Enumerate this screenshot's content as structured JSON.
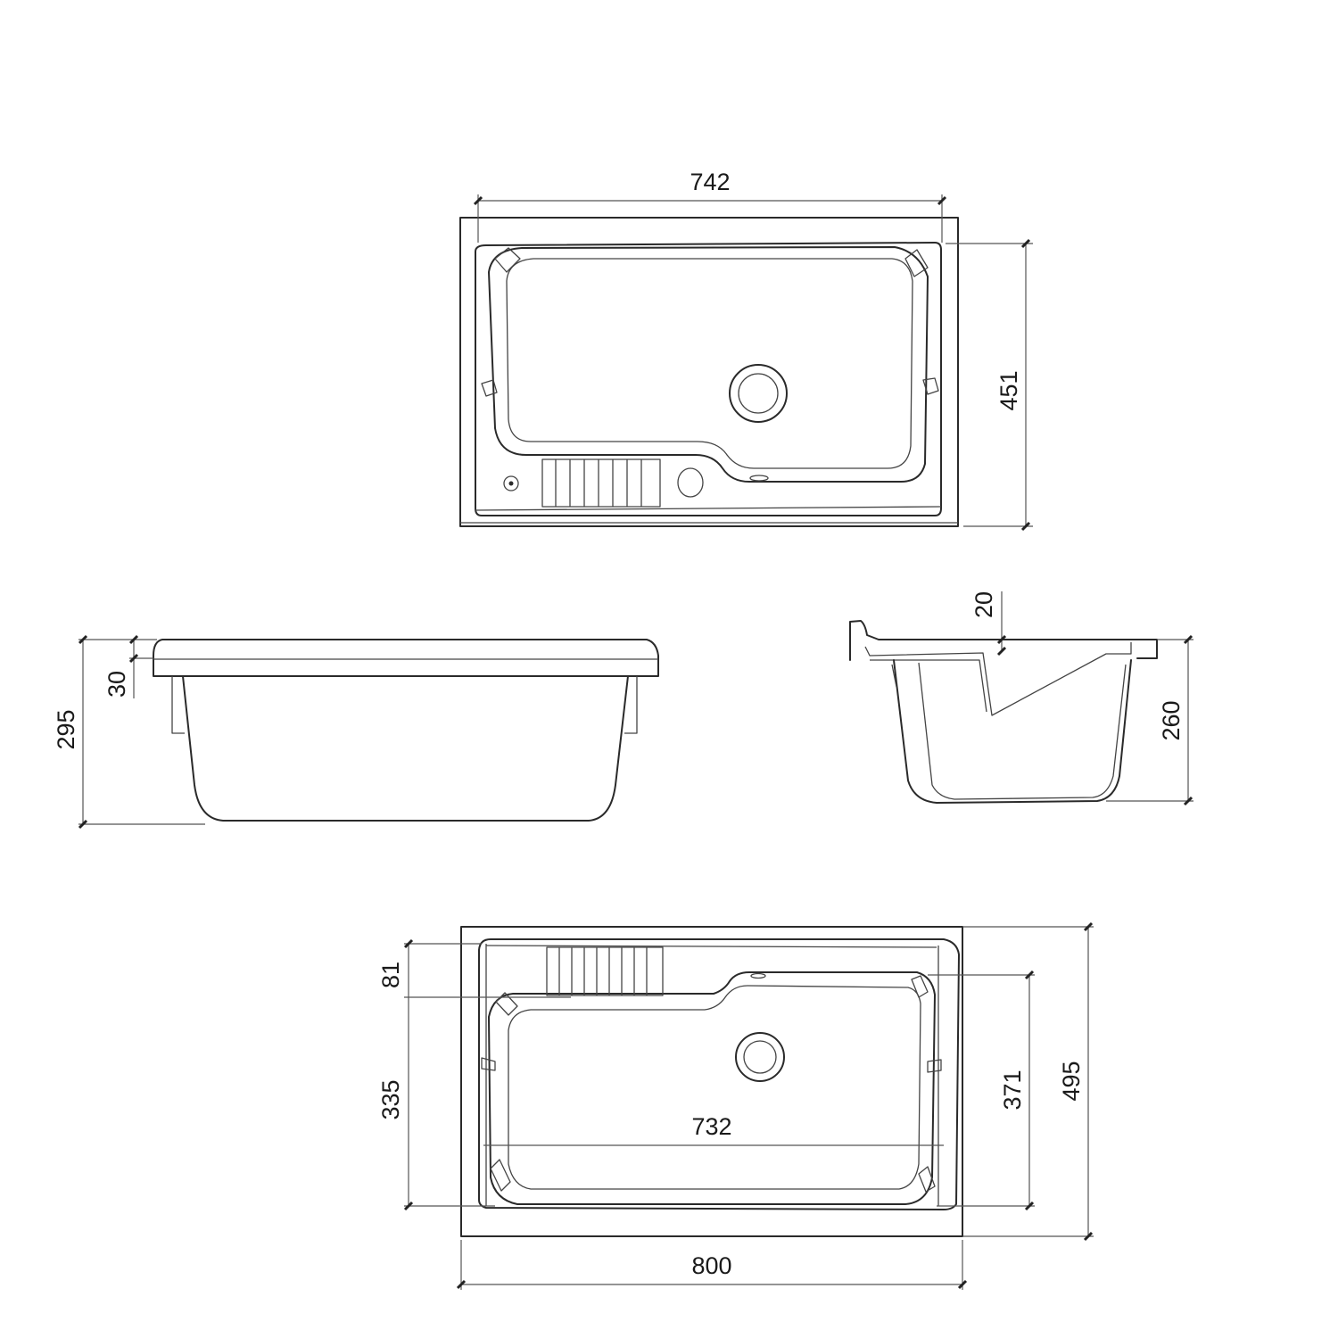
{
  "drawing": {
    "title": "Laundry sink technical drawing",
    "units": "mm",
    "line_color": "#2a2a2a",
    "background": "#ffffff"
  },
  "top_view_upper": {
    "dimensions": {
      "inner_width": "742",
      "depth": "451"
    }
  },
  "front_elevation": {
    "dimensions": {
      "total_height": "295",
      "rim_thickness": "30"
    }
  },
  "side_section": {
    "dimensions": {
      "rim_step": "20",
      "basin_depth": "260"
    }
  },
  "top_view_lower": {
    "dimensions": {
      "washboard_depth": "81",
      "basin_depth_left": "335",
      "basin_inner_width": "732",
      "basin_depth_right": "371",
      "overall_depth": "495",
      "overall_width": "800"
    }
  }
}
